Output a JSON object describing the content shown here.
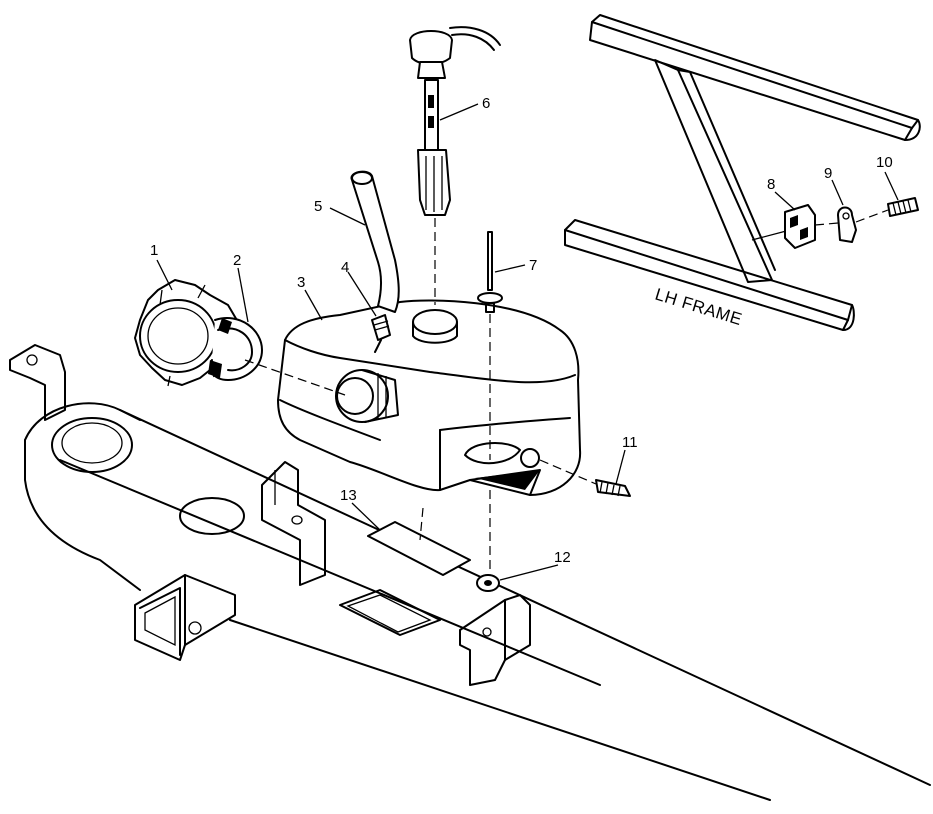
{
  "diagram": {
    "frame_label": "LH FRAME",
    "callouts": {
      "c1": "1",
      "c2": "2",
      "c3": "3",
      "c4": "4",
      "c5": "5",
      "c6": "6",
      "c7": "7",
      "c8": "8",
      "c9": "9",
      "c10": "10",
      "c11": "11",
      "c12": "12",
      "c13": "13"
    }
  }
}
